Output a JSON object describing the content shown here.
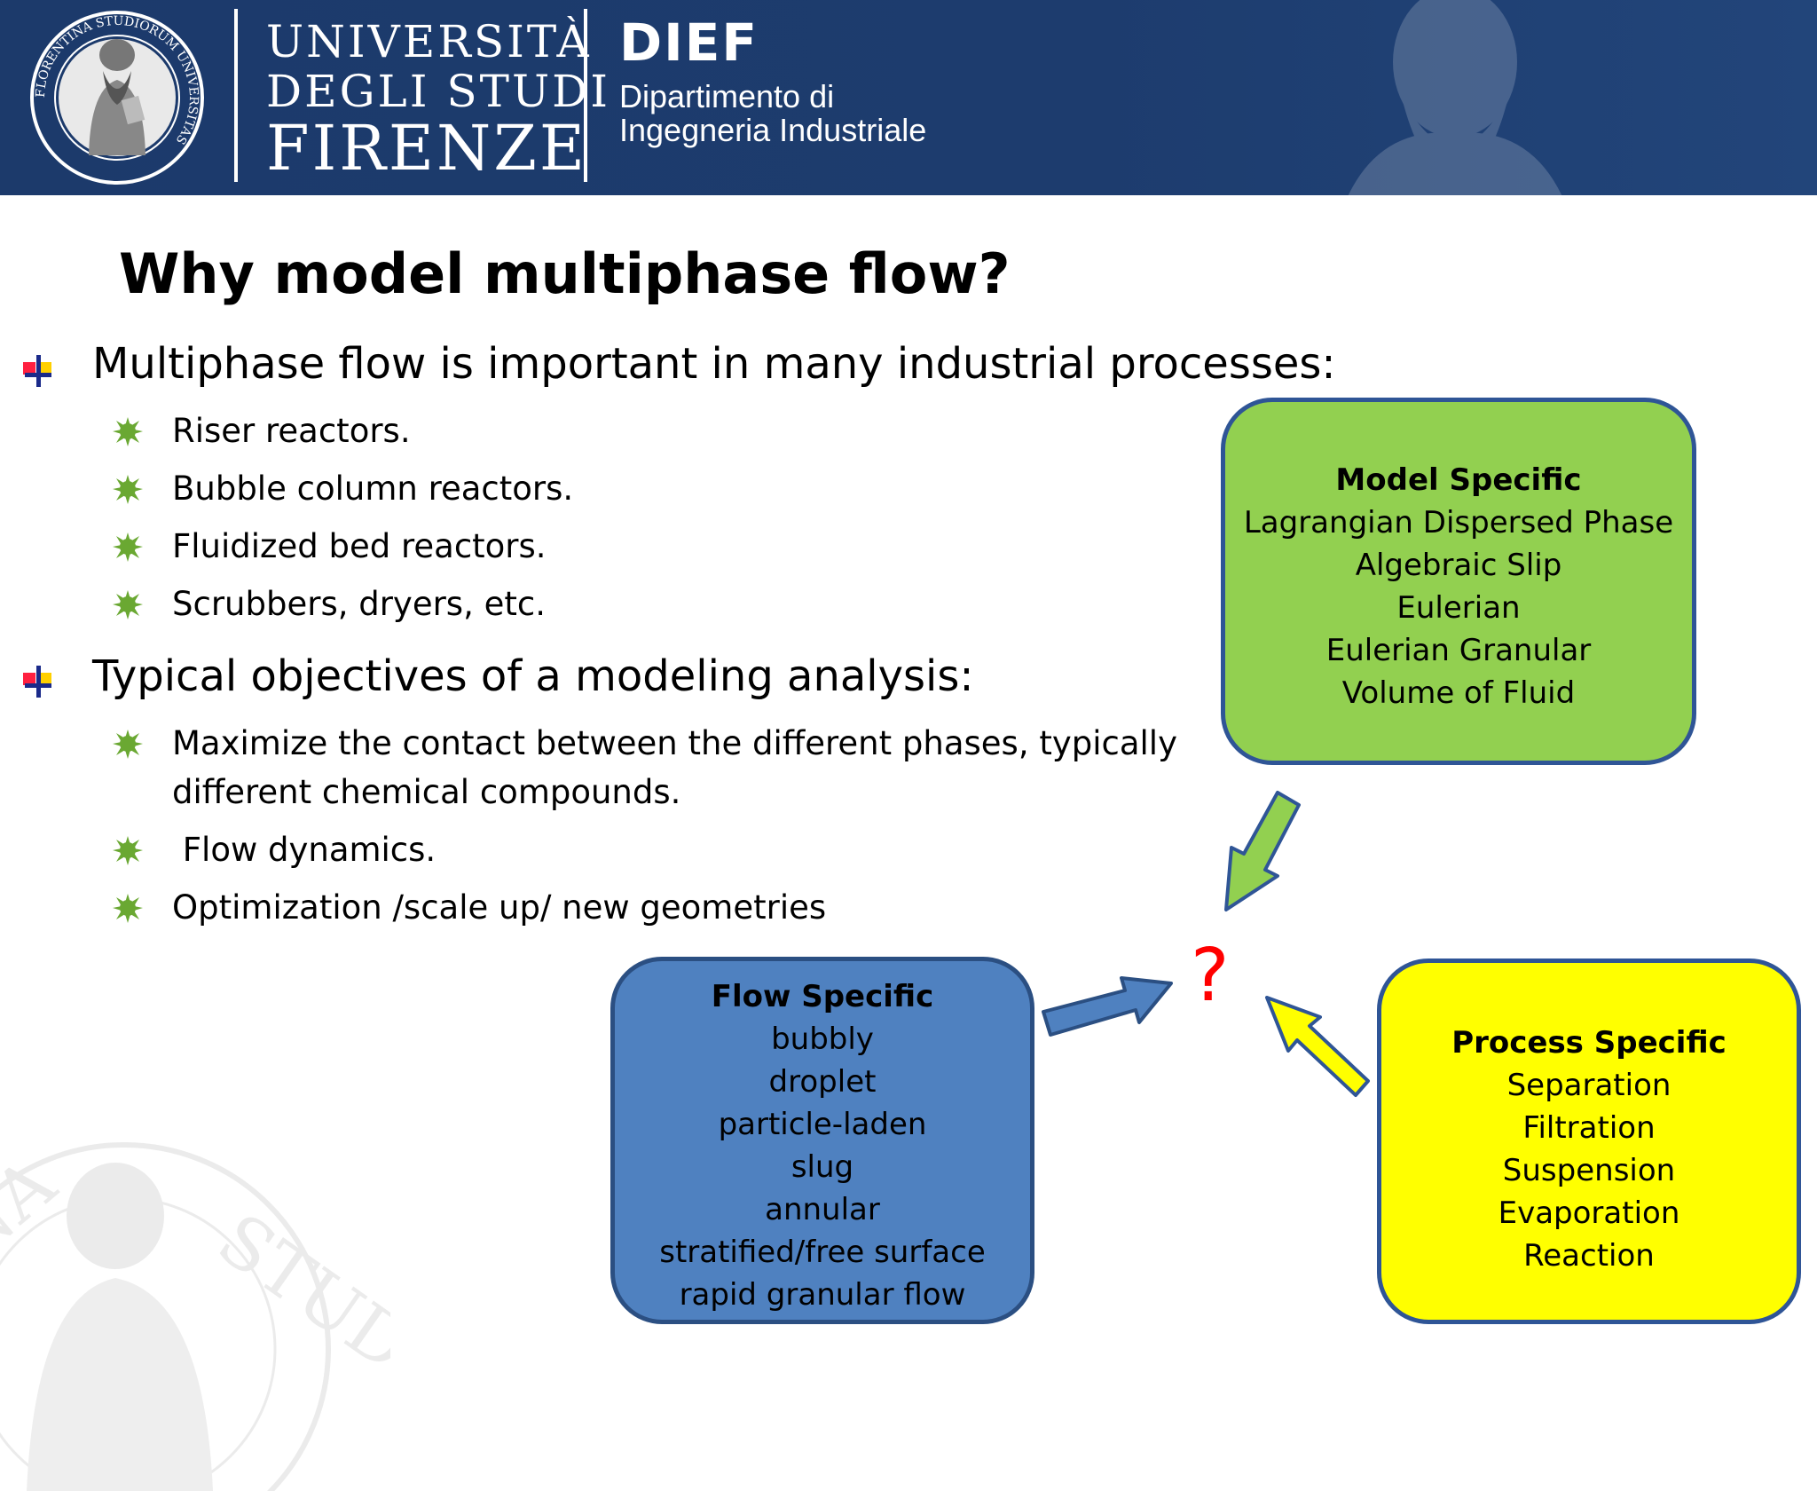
{
  "header": {
    "university_lines": [
      "UNIVERSITÀ",
      "DEGLI STUDI",
      "FIRENZE"
    ],
    "dept_acronym": "DIEF",
    "dept_name_lines": [
      "Dipartimento di",
      "Ingegneria Industriale"
    ],
    "seal_text": "FLORENTINA STUDIORUM UNIVERSITAS"
  },
  "slide": {
    "title": "Why model multiphase flow?",
    "bullets": [
      {
        "text": "Multiphase flow is important in many industrial processes:",
        "sub": [
          "Riser reactors.",
          "Bubble column reactors.",
          "Fluidized bed reactors.",
          "Scrubbers, dryers, etc."
        ]
      },
      {
        "text": "Typical objectives of a modeling analysis:",
        "sub": [
          "Maximize the contact between the different phases, typically",
          "different chemical compounds.",
          " Flow dynamics.",
          "Optimization /scale up/ new geometries"
        ]
      }
    ]
  },
  "diagram": {
    "model_box": {
      "title": "Model Specific",
      "items": [
        "Lagrangian Dispersed Phase",
        "Algebraic Slip",
        "Eulerian",
        "Eulerian Granular",
        "Volume of Fluid"
      ],
      "color": "#92d050"
    },
    "flow_box": {
      "title": "Flow Specific",
      "items": [
        "bubbly",
        "droplet",
        "particle-laden",
        "slug",
        "annular",
        "stratified/free surface",
        "rapid granular flow"
      ],
      "color": "#4f81c0"
    },
    "process_box": {
      "title": "Process Specific",
      "items": [
        "Separation",
        "Filtration",
        "Suspension",
        "Evaporation",
        "Reaction"
      ],
      "color": "#ffff00"
    },
    "center_mark": "?"
  },
  "colors": {
    "header_bg": "#1c3a6b",
    "question_mark": "#ff0000",
    "bullet_green": "#6aa832"
  }
}
